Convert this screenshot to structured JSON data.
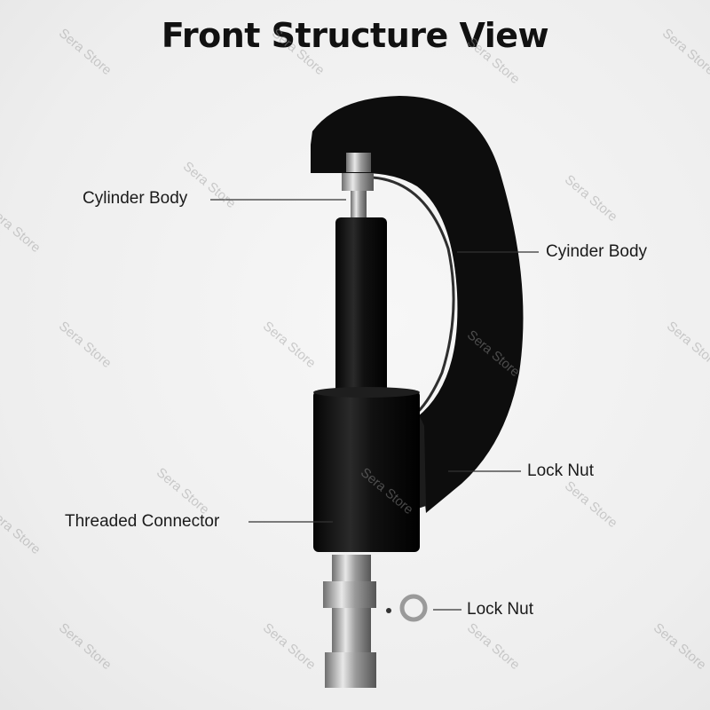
{
  "title": "Front Structure View",
  "labels": {
    "left_top": "Cylinder Body",
    "right_top": "Cyinder Body",
    "right_mid": "Lock Nut",
    "left_bottom": "Threaded Connector",
    "right_bottom": "Lock Nut"
  },
  "watermark": "Sera Store",
  "colors": {
    "background": "#eeeeee",
    "tool": "#0d0d0d",
    "metal": "#b8b8b8"
  }
}
